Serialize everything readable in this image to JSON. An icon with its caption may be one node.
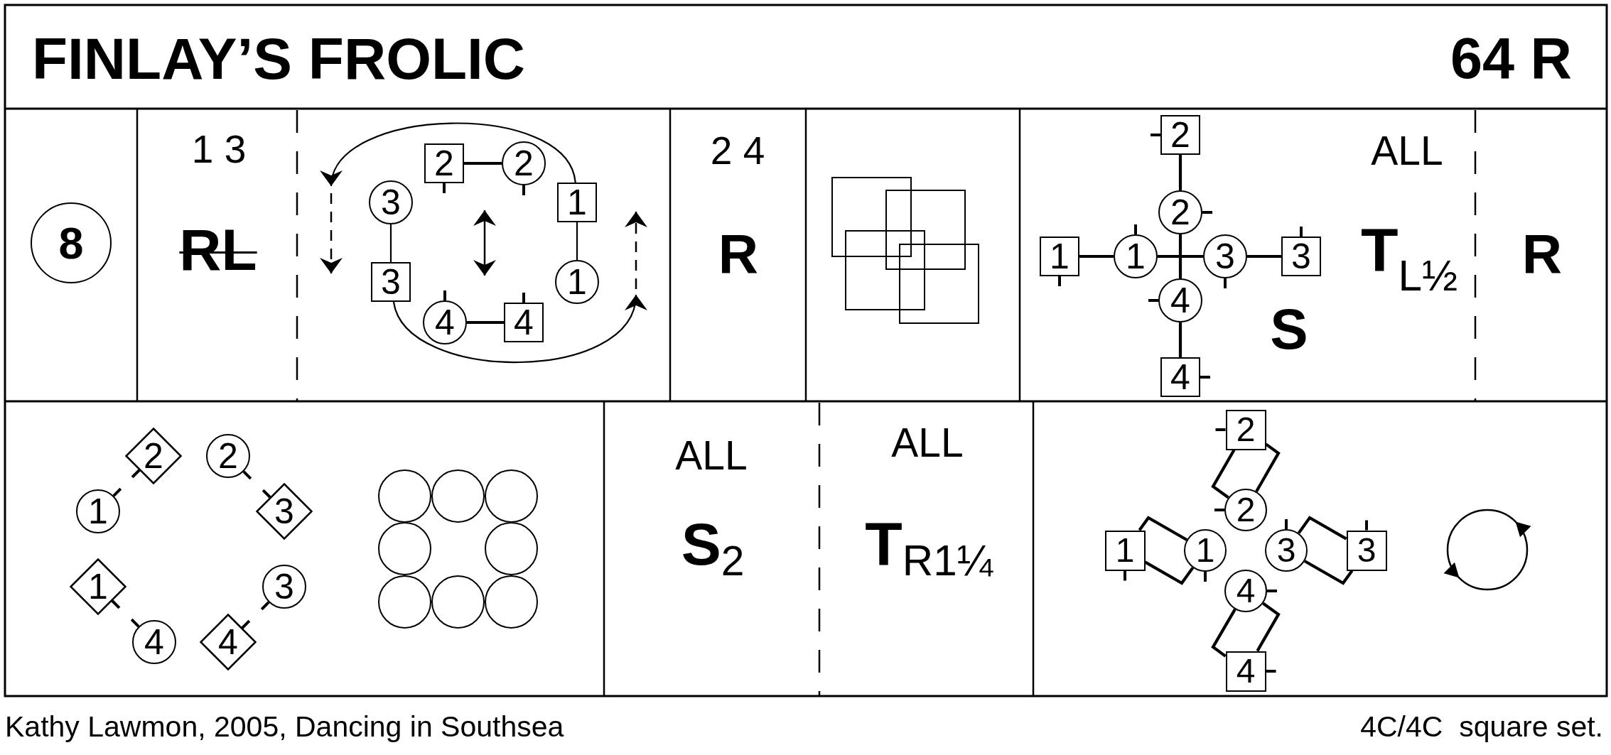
{
  "diagram": {
    "title": "FINLAY’S FROLIC",
    "caption": "Kathy Lawmon, 2005, Dancing in Southsea",
    "nodes": [
      {
        "text": [
          "8"
        ]
      },
      {
        "text": [
          "2"
        ]
      },
      {
        "text": [
          "2"
        ]
      },
      {
        "text": [
          "3"
        ]
      },
      {
        "text": [
          "1"
        ]
      },
      {
        "text": [
          "3"
        ]
      },
      {
        "text": [
          "1"
        ]
      },
      {
        "text": [
          "4"
        ]
      },
      {
        "text": [
          "4"
        ]
      },
      {
        "text": [],
        "shape": "box"
      },
      {
        "text": [],
        "shape": "box"
      },
      {
        "text": [],
        "shape": "box"
      },
      {
        "text": [],
        "shape": "box"
      },
      {
        "text": [
          "2"
        ]
      },
      {
        "text": [
          "2"
        ]
      },
      {
        "text": [
          "1"
        ]
      },
      {
        "text": [
          "1"
        ]
      },
      {
        "text": [
          "3"
        ]
      },
      {
        "text": [
          "3"
        ]
      },
      {
        "text": [
          "4"
        ]
      },
      {
        "text": [
          "4"
        ]
      },
      {
        "text": [
          "2"
        ]
      },
      {
        "text": [
          "2"
        ]
      },
      {
        "text": [
          "1"
        ]
      },
      {
        "text": [
          "3"
        ]
      },
      {
        "text": [
          "1"
        ]
      },
      {
        "text": [
          "3"
        ]
      },
      {
        "text": [
          "4"
        ]
      },
      {
        "text": [
          "4"
        ]
      },
      {
        "text": [],
        "shape": "circle"
      },
      {
        "text": [],
        "shape": "circle"
      },
      {
        "text": [],
        "shape": "circle"
      },
      {
        "text": [],
        "shape": "circle"
      },
      {
        "text": [],
        "shape": "circle"
      },
      {
        "text": [],
        "shape": "circle"
      },
      {
        "text": [],
        "shape": "circle"
      },
      {
        "text": [],
        "shape": "circle"
      },
      {
        "text": [
          "2"
        ]
      },
      {
        "text": [
          "2"
        ]
      },
      {
        "text": [
          "1"
        ]
      },
      {
        "text": [
          "1"
        ]
      },
      {
        "text": [
          "3"
        ]
      },
      {
        "text": [
          "3"
        ]
      },
      {
        "text": [
          "4"
        ]
      },
      {
        "text": [
          "4"
        ]
      }
    ],
    "edges": [
      {
        "from": 1,
        "to": 2,
        "arrow": "none"
      },
      {
        "from": 3,
        "to": 5,
        "arrow": "none"
      },
      {
        "from": 4,
        "to": 6,
        "arrow": "none"
      },
      {
        "from": 7,
        "to": 8,
        "arrow": "none"
      },
      {
        "from": 4,
        "to": null,
        "arrow": "to"
      },
      {
        "from": 5,
        "to": null,
        "arrow": "to"
      },
      {
        "from": 13,
        "to": 14,
        "arrow": "none"
      },
      {
        "from": 14,
        "to": 19,
        "arrow": "none"
      },
      {
        "from": 19,
        "to": 20,
        "arrow": "none"
      },
      {
        "from": 15,
        "to": 16,
        "arrow": "none"
      },
      {
        "from": 16,
        "to": 17,
        "arrow": "none"
      },
      {
        "from": 17,
        "to": 18,
        "arrow": "none"
      },
      {
        "from": 37,
        "to": 38,
        "arrow": "none"
      },
      {
        "from": 37,
        "to": 38,
        "arrow": "none"
      },
      {
        "from": 39,
        "to": 40,
        "arrow": "none"
      },
      {
        "from": 39,
        "to": 40,
        "arrow": "none"
      },
      {
        "from": 41,
        "to": 42,
        "arrow": "none"
      },
      {
        "from": 41,
        "to": 42,
        "arrow": "none"
      },
      {
        "from": 43,
        "to": 44,
        "arrow": "none"
      },
      {
        "from": 43,
        "to": 44,
        "arrow": "none"
      }
    ],
    "labels": [
      "64 R",
      "1 3",
      "RL",
      "2 4",
      "R",
      "ALL",
      "**T**$_{L½}$",
      "S",
      "R",
      "ALL",
      "**S**$_{2}$",
      "ALL",
      "**T**$_{R1¼}$",
      "4C/4C  square set."
    ]
  }
}
